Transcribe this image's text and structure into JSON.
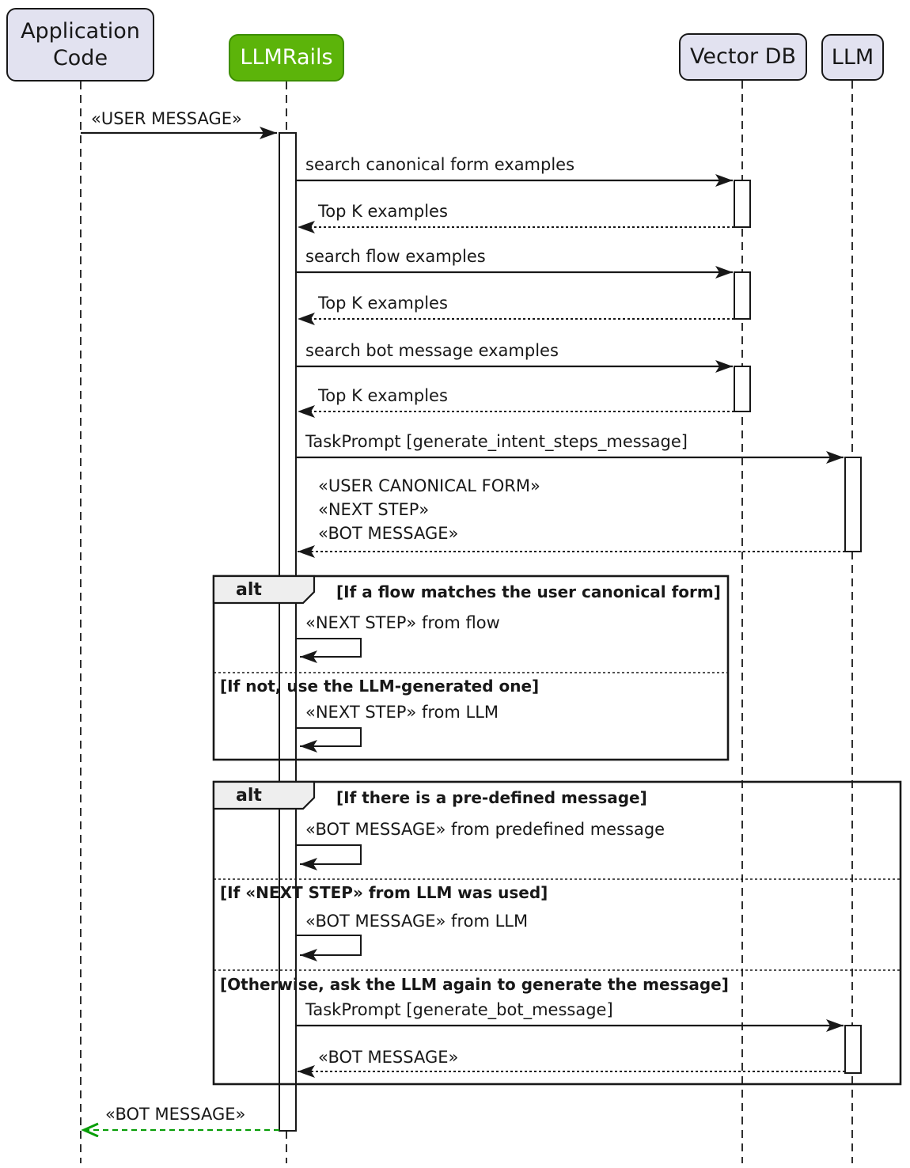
{
  "diagram": {
    "participants": [
      {
        "id": "app-code",
        "label": "Application Code"
      },
      {
        "id": "llmrails",
        "label": "LLMRails"
      },
      {
        "id": "vector-db",
        "label": "Vector DB"
      },
      {
        "id": "llm",
        "label": "LLM"
      }
    ],
    "messages": {
      "user_message": "«USER MESSAGE»",
      "search_canonical": "search canonical form examples",
      "top_k_1": "Top K examples",
      "search_flow": "search flow examples",
      "top_k_2": "Top K examples",
      "search_bot": "search bot message examples",
      "top_k_3": "Top K examples",
      "task_prompt_intent": "TaskPrompt [generate_intent_steps_message]",
      "intent_return": [
        "«USER CANONICAL FORM»",
        "«NEXT STEP»",
        "«BOT MESSAGE»"
      ],
      "final_bot_message": "«BOT MESSAGE»"
    },
    "alt_flow": {
      "operator": "alt",
      "branches": [
        {
          "condition": "[If a flow matches the user canonical form]",
          "message": "«NEXT STEP» from flow"
        },
        {
          "condition": "[If not, use the LLM-generated one]",
          "message": "«NEXT STEP» from LLM"
        }
      ]
    },
    "alt_message": {
      "operator": "alt",
      "branches": [
        {
          "condition": "[If there is a pre-defined message]",
          "message": "«BOT MESSAGE» from predefined message"
        },
        {
          "condition": "[If «NEXT STEP» from LLM was used]",
          "message": "«BOT MESSAGE» from LLM"
        },
        {
          "condition": "[Otherwise, ask the LLM again to generate the message]",
          "message": "TaskPrompt [generate_bot_message]",
          "return_message": "«BOT MESSAGE»"
        }
      ]
    },
    "colors": {
      "participant_fill": "#E2E2F0",
      "participant_border": "#181818",
      "highlight_fill": "#5CB40A",
      "highlight_border": "#3D8F00",
      "highlight_text": "#FFFFFF",
      "frame_header_fill": "#EEEEEE",
      "line": "#181818",
      "final_arrow_green": "#089E08"
    }
  }
}
